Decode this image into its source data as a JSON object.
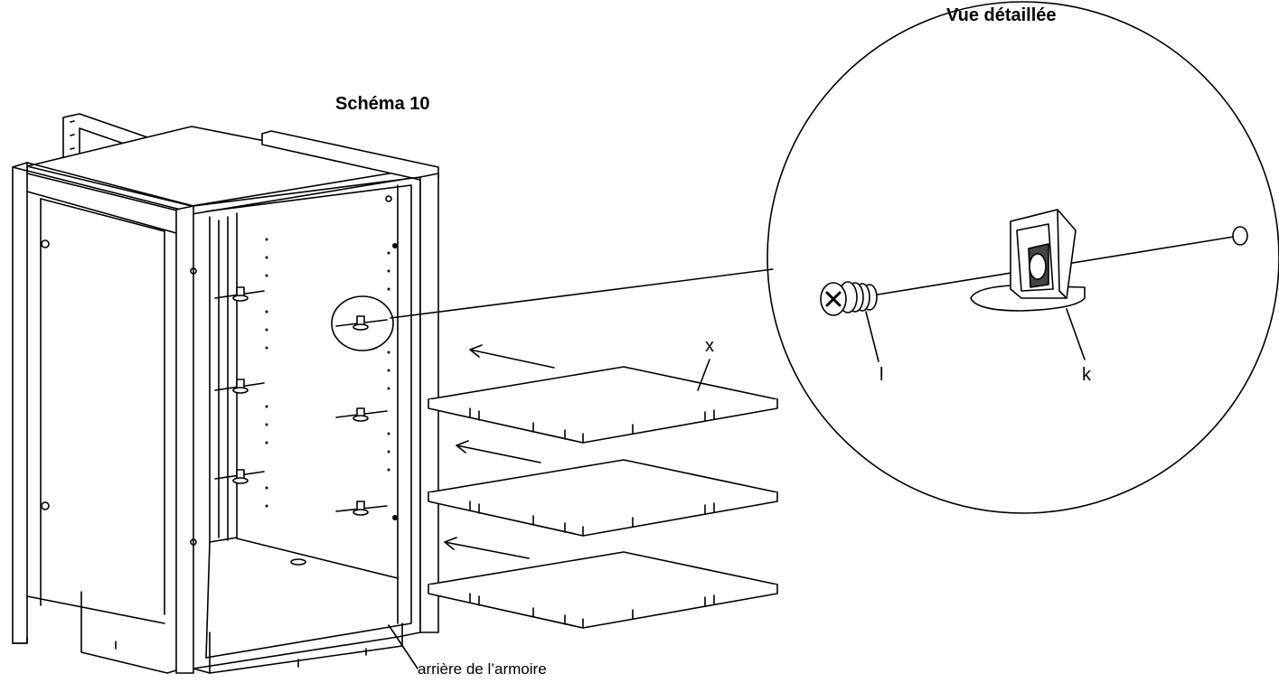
{
  "diagram": {
    "title": "Schéma 10",
    "detail_title": "Vue détaillée",
    "labels": {
      "shelf": "x",
      "screw": "l",
      "bracket": "k",
      "cabinet_back": "arrière de l’armoire"
    },
    "parts": [
      "cabinet",
      "shelf",
      "shelf",
      "shelf",
      "shelf-support-screw",
      "shelf-support-bracket"
    ],
    "shelf_count": 3
  }
}
